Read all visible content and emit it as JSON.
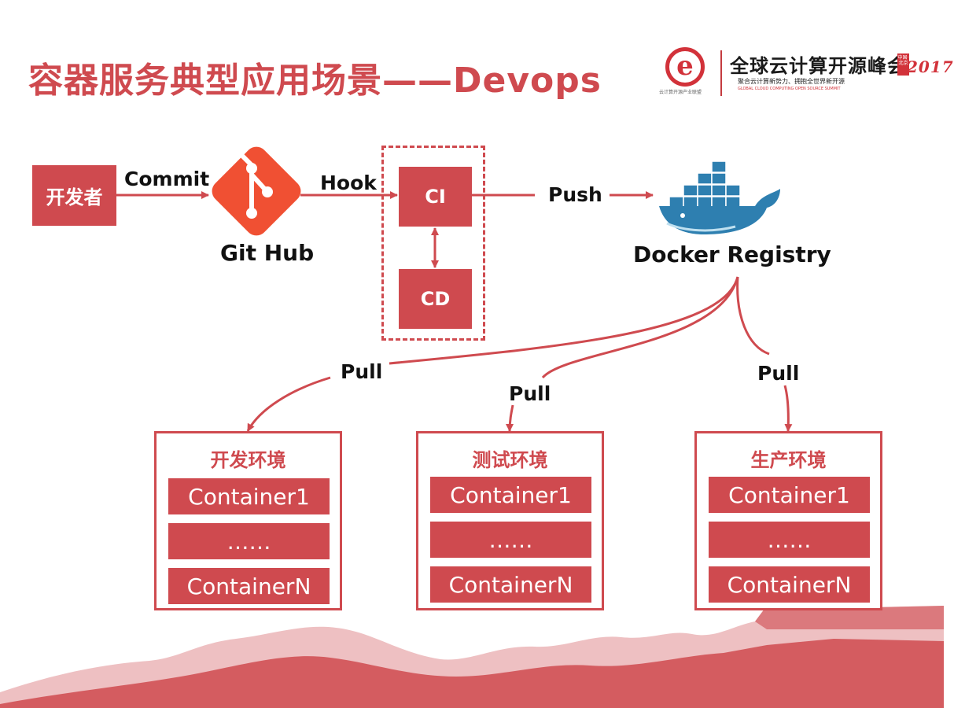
{
  "title": "容器服务典型应用场景——Devops",
  "logo": {
    "mark": "e",
    "subtitle": "云计算开源产业联盟",
    "text": "全球云计算开源峰会",
    "year": "2017",
    "tag": "中国·北京",
    "line2": "聚合云计算新势力、拥抱全世界新开源",
    "line3": "GLOBAL CLOUD COMPUTING OPEN SOURCE SUMMIT"
  },
  "nodes": {
    "developer": "开发者",
    "github": "Git Hub",
    "ci": "CI",
    "cd": "CD",
    "registry": "Docker Registry"
  },
  "edges": {
    "commit": "Commit",
    "hook": "Hook",
    "push": "Push",
    "pull": "Pull"
  },
  "environments": [
    {
      "title": "开发环境",
      "items": [
        "Container1",
        "……",
        "ContainerN"
      ]
    },
    {
      "title": "测试环境",
      "items": [
        "Container1",
        "……",
        "ContainerN"
      ]
    },
    {
      "title": "生产环境",
      "items": [
        "Container1",
        "……",
        "ContainerN"
      ]
    }
  ],
  "colors": {
    "accent": "#cf4a4f",
    "github": "#f05033",
    "docker": "#2e7fb0"
  },
  "icons": {
    "github": "git-logo-icon",
    "registry": "docker-whale-icon"
  }
}
